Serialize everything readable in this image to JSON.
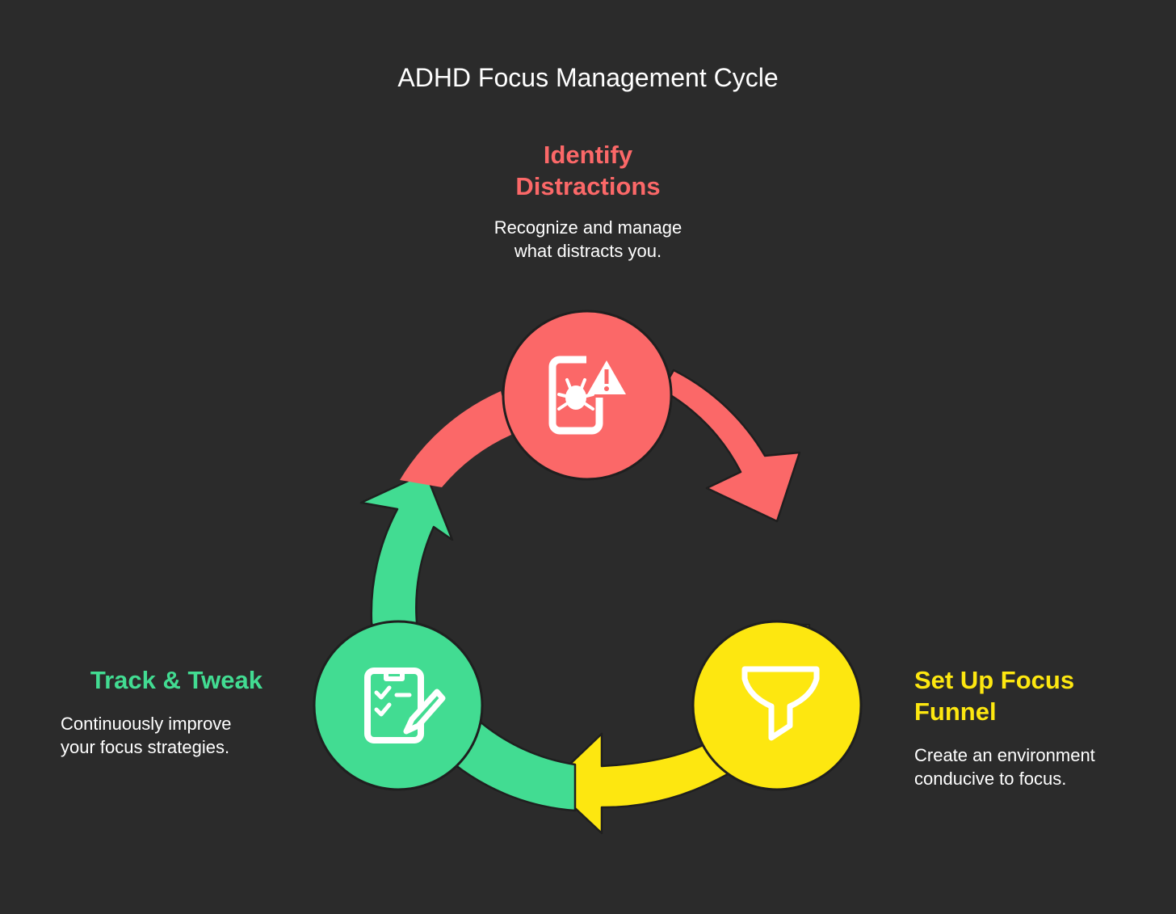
{
  "title": "ADHD Focus Management Cycle",
  "colors": {
    "background": "#2b2b2b",
    "red": "#fb6868",
    "yellow": "#fde710",
    "green": "#42dc92",
    "outline": "#1f1f1f",
    "icon": "#ffffff"
  },
  "stages": [
    {
      "id": "identify",
      "heading": "Identify Distractions",
      "description": "Recognize and manage what distracts you.",
      "icon": "phone-bug-warning-icon"
    },
    {
      "id": "setup",
      "heading": "Set Up Focus Funnel",
      "description": "Create an environment conducive to focus.",
      "icon": "funnel-icon"
    },
    {
      "id": "track",
      "heading": "Track & Tweak",
      "description": "Continuously improve your focus strategies.",
      "icon": "clipboard-checklist-pencil-icon"
    }
  ]
}
